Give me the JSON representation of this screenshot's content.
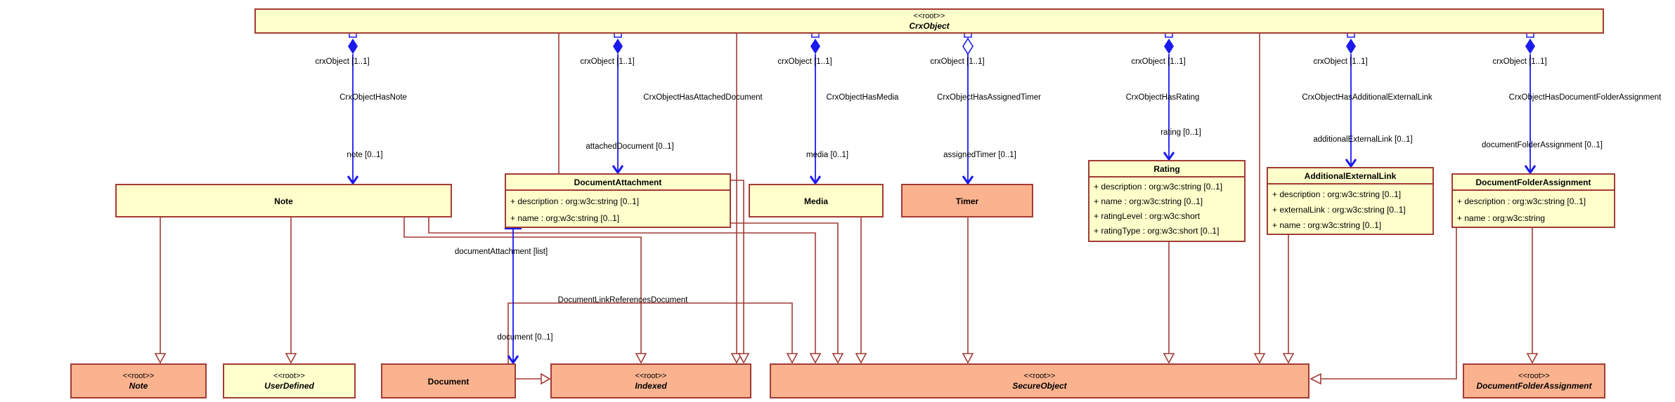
{
  "title_bar": {
    "stereotype": "<<root>>",
    "name": "CrxObject"
  },
  "classes": {
    "note": {
      "name": "Note"
    },
    "documentAttachment": {
      "name": "DocumentAttachment",
      "attributes": [
        "+ description : org:w3c:string [0..1]",
        "+ name : org:w3c:string [0..1]"
      ]
    },
    "media": {
      "name": "Media"
    },
    "timer": {
      "name": "Timer"
    },
    "rating": {
      "name": "Rating",
      "attributes": [
        "+ description : org:w3c:string [0..1]",
        "+ name : org:w3c:string [0..1]",
        "+ ratingLevel : org:w3c:short",
        "+ ratingType : org:w3c:short [0..1]"
      ]
    },
    "additionalExternalLink": {
      "name": "AdditionalExternalLink",
      "attributes": [
        "+ description : org:w3c:string [0..1]",
        "+ externalLink : org:w3c:string [0..1]",
        "+ name : org:w3c:string [0..1]"
      ]
    },
    "documentFolderAssignment": {
      "name": "DocumentFolderAssignment",
      "attributes": [
        "+ description : org:w3c:string [0..1]",
        "+ name : org:w3c:string"
      ]
    },
    "rootNote": {
      "stereotype": "<<root>>",
      "name": "Note"
    },
    "userDefined": {
      "stereotype": "<<root>>",
      "name": "UserDefined"
    },
    "document": {
      "name": "Document"
    },
    "indexed": {
      "stereotype": "<<root>>",
      "name": "Indexed"
    },
    "secureObject": {
      "stereotype": "<<root>>",
      "name": "SecureObject"
    },
    "rootDocumentFolderAssignment": {
      "stereotype": "<<root>>",
      "name": "DocumentFolderAssignment"
    }
  },
  "associations": {
    "hasNote": {
      "name": "CrxObjectHasNote",
      "source_role": "crxObject [1..1]",
      "target_role": "note [0..1]"
    },
    "hasAttachedDocument": {
      "name": "CrxObjectHasAttachedDocument",
      "source_role": "crxObject [1..1]",
      "target_role": "attachedDocument [0..1]"
    },
    "hasMedia": {
      "name": "CrxObjectHasMedia",
      "source_role": "crxObject [1..1]",
      "target_role": "media [0..1]"
    },
    "hasAssignedTimer": {
      "name": "CrxObjectHasAssignedTimer",
      "source_role": "crxObject [1..1]",
      "target_role": "assignedTimer [0..1]"
    },
    "hasRating": {
      "name": "CrxObjectHasRating",
      "source_role": "crxObject [1..1]",
      "target_role": "rating [0..1]"
    },
    "hasAdditionalExternalLink": {
      "name": "CrxObjectHasAdditionalExternalLink",
      "source_role": "crxObject [1..1]",
      "target_role": "additionalExternalLink [0..1]"
    },
    "hasDocumentFolderAssignment": {
      "name": "CrxObjectHasDocumentFolderAssignment",
      "source_role": "crxObject [1..1]",
      "target_role": "documentFolderAssignment [0..1]"
    },
    "attachmentDocument": {
      "target_role": "documentAttachment [list]"
    },
    "documentLink": {
      "name": "DocumentLinkReferencesDocument",
      "target_role": "document [0..1]"
    }
  },
  "colors": {
    "class_fill": "#FFFFCC",
    "highlight_fill": "#FBB38F",
    "line_red": "#A23B35",
    "line_blue": "#1A1AEE"
  }
}
